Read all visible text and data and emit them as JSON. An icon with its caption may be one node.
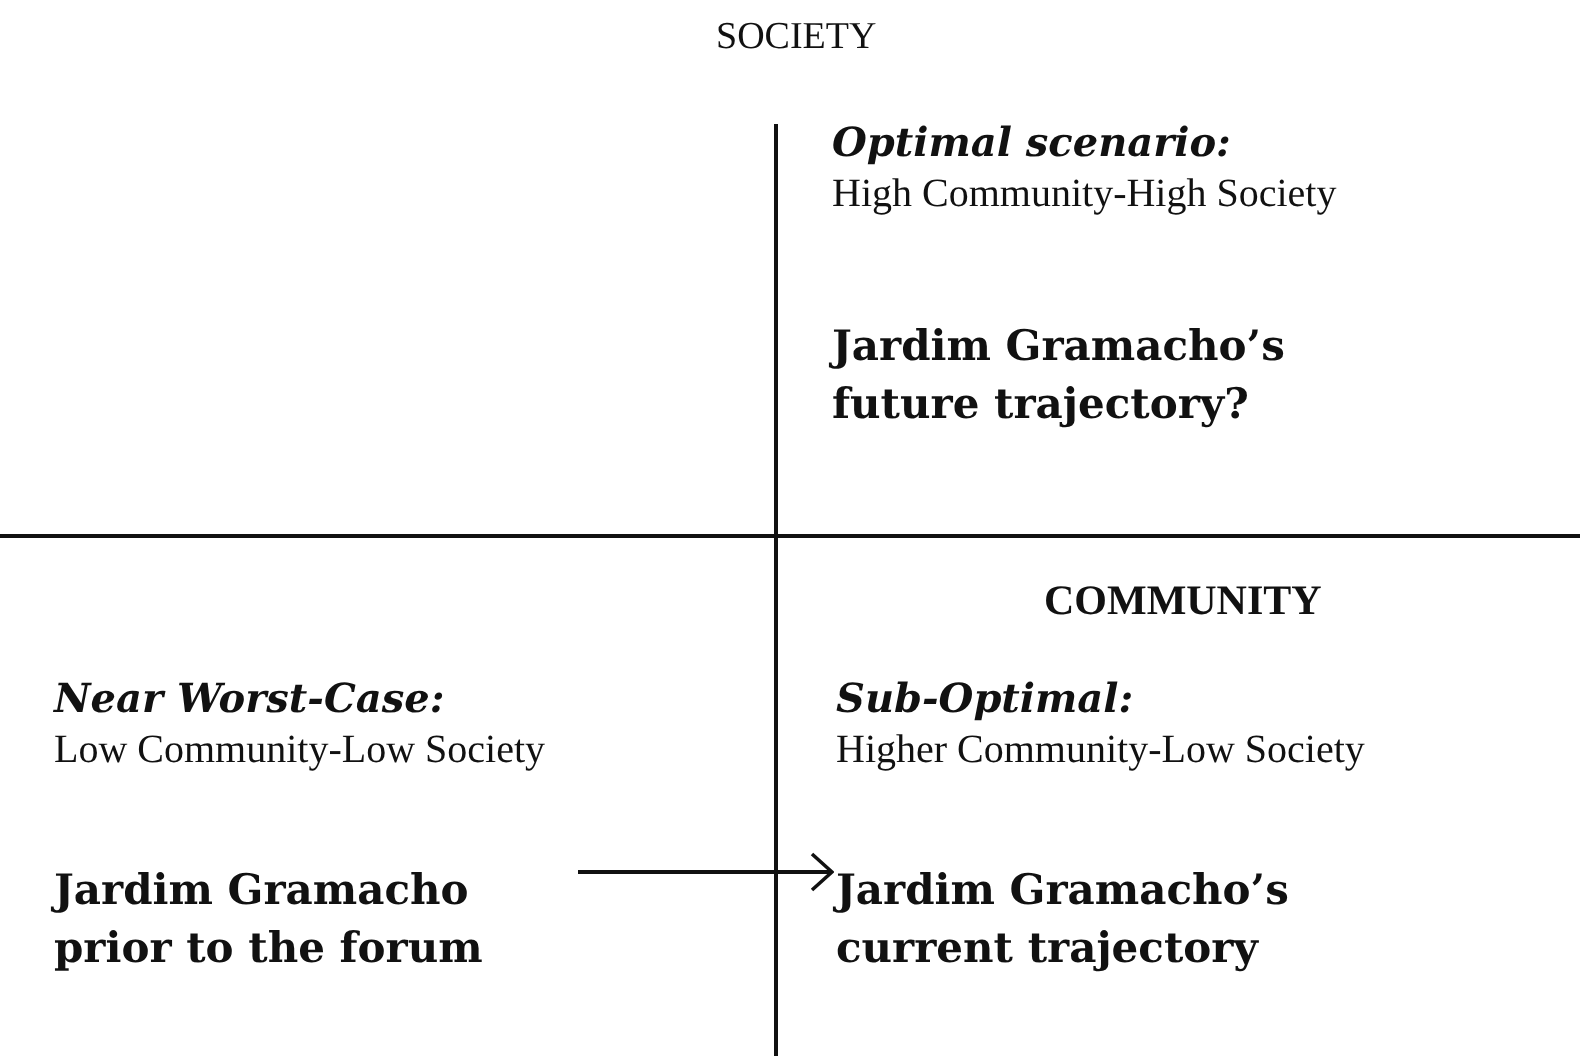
{
  "diagram": {
    "nodes": [
      {
        "text": [
          "Optimal scenario:",
          "High Community-High Society",
          "Jardim Gramacho’s future trajectory?"
        ]
      },
      {
        "text": [
          "Near Worst-Case:",
          "Low Community-Low Society",
          "Jardim Gramacho prior to the forum"
        ]
      },
      {
        "text": [
          "Sub-Optimal:",
          "Higher Community-Low Society",
          "Jardim Gramacho’s current trajectory"
        ]
      }
    ],
    "edges": [
      {
        "from": 1,
        "to": 2,
        "arrow": "to"
      }
    ],
    "labels": [
      "SOCIETY",
      "COMMUNITY"
    ]
  }
}
